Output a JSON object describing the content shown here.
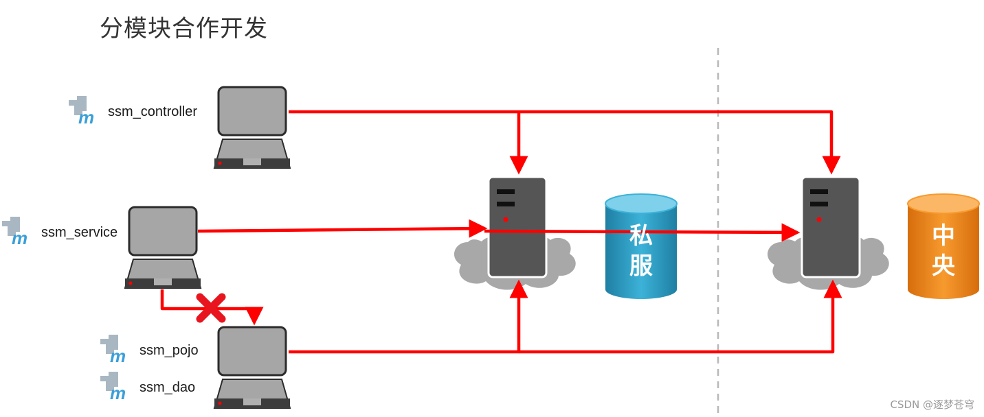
{
  "title": "分模块合作开发",
  "modules": {
    "controller": "ssm_controller",
    "service": "ssm_service",
    "pojo": "ssm_pojo",
    "dao": "ssm_dao"
  },
  "repositories": {
    "private": "私\n服",
    "private_line1": "私",
    "private_line2": "服",
    "central_line1": "中",
    "central_line2": "央"
  },
  "watermark": "CSDN @逐梦苍穹",
  "colors": {
    "arrow": "#ff0000",
    "private_repo": "#2a9cc0",
    "central_repo": "#f08a1c",
    "server": "#555555",
    "cloud": "#a8a8a8",
    "laptop": "#a6a6a6",
    "maven_icon": "#4a9fd4"
  }
}
